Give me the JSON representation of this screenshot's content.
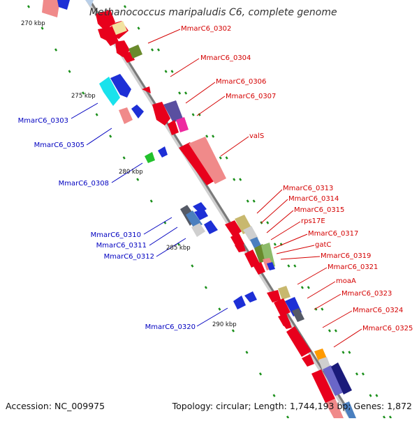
{
  "title": "Methanococcus maripaludis C6, complete genome",
  "footer": {
    "accession": "Accession: NC_009975",
    "summary": "Topology: circular; Length: 1,744,193 bp; Genes: 1,872"
  },
  "ticks": [
    "270 kbp",
    "275 kbp",
    "280 kbp",
    "285 kbp",
    "290 kbp"
  ],
  "genes_forward_labels": [
    "MmarC6_0302",
    "MmarC6_0304",
    "MmarC6_0306",
    "MmarC6_0307",
    "valS",
    "MmarC6_0313",
    "MmarC6_0314",
    "MmarC6_0315",
    "rps17E",
    "MmarC6_0317",
    "gatC",
    "MmarC6_0319",
    "MmarC6_0321",
    "moaA",
    "MmarC6_0323",
    "MmarC6_0324",
    "MmarC6_0325"
  ],
  "genes_reverse_labels": [
    "MmarC6_0303",
    "MmarC6_0305",
    "MmarC6_0308",
    "MmarC6_0310",
    "MmarC6_0311",
    "MmarC6_0312",
    "MmarC6_0320"
  ],
  "colors": {
    "forward_label": "#d40000",
    "reverse_label": "#0000c0",
    "backbone": "#8a8a8a",
    "tick_dash": "#1a8f1a"
  }
}
